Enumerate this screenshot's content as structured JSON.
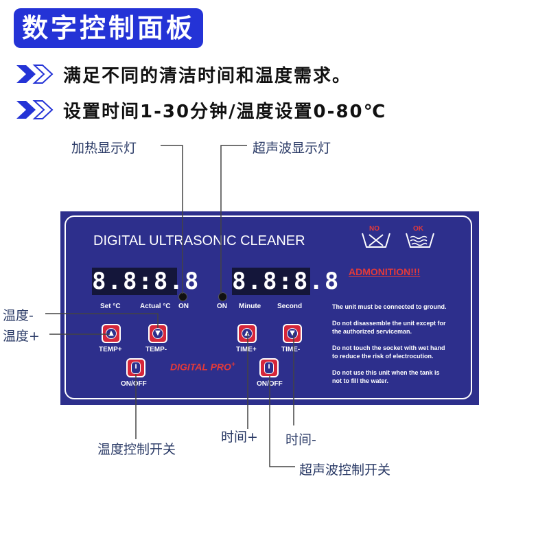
{
  "header": {
    "title": "数字控制面板",
    "bullets": [
      "满足不同的清洁时间和温度需求。",
      "设置时间1-30分钟/温度设置0-80℃"
    ]
  },
  "callouts": {
    "heat_light": "加热显示灯",
    "ultra_light": "超声波显示灯",
    "temp_minus": "温度-",
    "temp_plus": "温度+",
    "temp_switch": "温度控制开关",
    "time_plus": "时间+",
    "time_minus": "时间-",
    "ultra_switch": "超声波控制开关"
  },
  "panel": {
    "title": "DIGITAL ULTRASONIC CLEANER",
    "left_display": "8.8:8.8",
    "right_display": "8.8:8.8",
    "left_labels": {
      "set": "Set  °C",
      "actual": "Actual °C",
      "on": "ON"
    },
    "right_labels": {
      "on": "ON",
      "minute": "Minute",
      "second": "Second"
    },
    "buttons": {
      "temp_plus": "TEMP+",
      "temp_minus": "TEMP-",
      "time_plus": "TIME+",
      "time_minus": "TIME-",
      "onoff_left": "ON/OFF",
      "onoff_right": "ON/OFF"
    },
    "brand": "DIGITAL PRO",
    "brand_sup": "+",
    "icons": {
      "no_label": "NO",
      "ok_label": "OK"
    },
    "admonition": "ADMONITION!!!",
    "warnings": [
      "The unit must be connected to ground.",
      "Do not disassemble the unit except  for",
      "the authorized serviceman.",
      "Do not touch the socket with wet hand",
      "to reduce the risk of electrocution.",
      "Do not use this unit when the tank is",
      "not to fill the water."
    ]
  },
  "colors": {
    "badge": "#2433d6",
    "panel": "#2d2f8c",
    "button": "#d6263a",
    "accent_red": "#e23a3a"
  }
}
